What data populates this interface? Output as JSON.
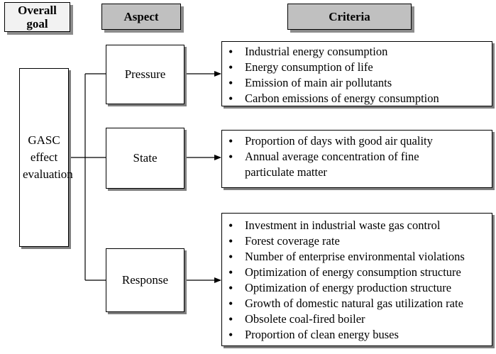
{
  "headers": {
    "goal": "Overall goal",
    "aspect": "Aspect",
    "criteria": "Criteria"
  },
  "goal": {
    "label": "GASC effect evaluation"
  },
  "aspects": {
    "pressure": "Pressure",
    "state": "State",
    "response": "Response"
  },
  "criteria": {
    "pressure": [
      "Industrial energy consumption",
      "Energy consumption of life",
      "Emission of main air pollutants",
      "Carbon emissions of energy consumption"
    ],
    "state": [
      "Proportion of days with good air quality",
      "Annual average concentration of fine particulate matter"
    ],
    "response": [
      "Investment in industrial waste gas control",
      "Forest coverage rate",
      "Number of enterprise environmental violations",
      "Optimization of energy consumption structure",
      "Optimization of energy production structure",
      "Growth of domestic natural gas utilization rate",
      "Obsolete coal-fired boiler",
      "Proportion of clean energy buses"
    ]
  }
}
